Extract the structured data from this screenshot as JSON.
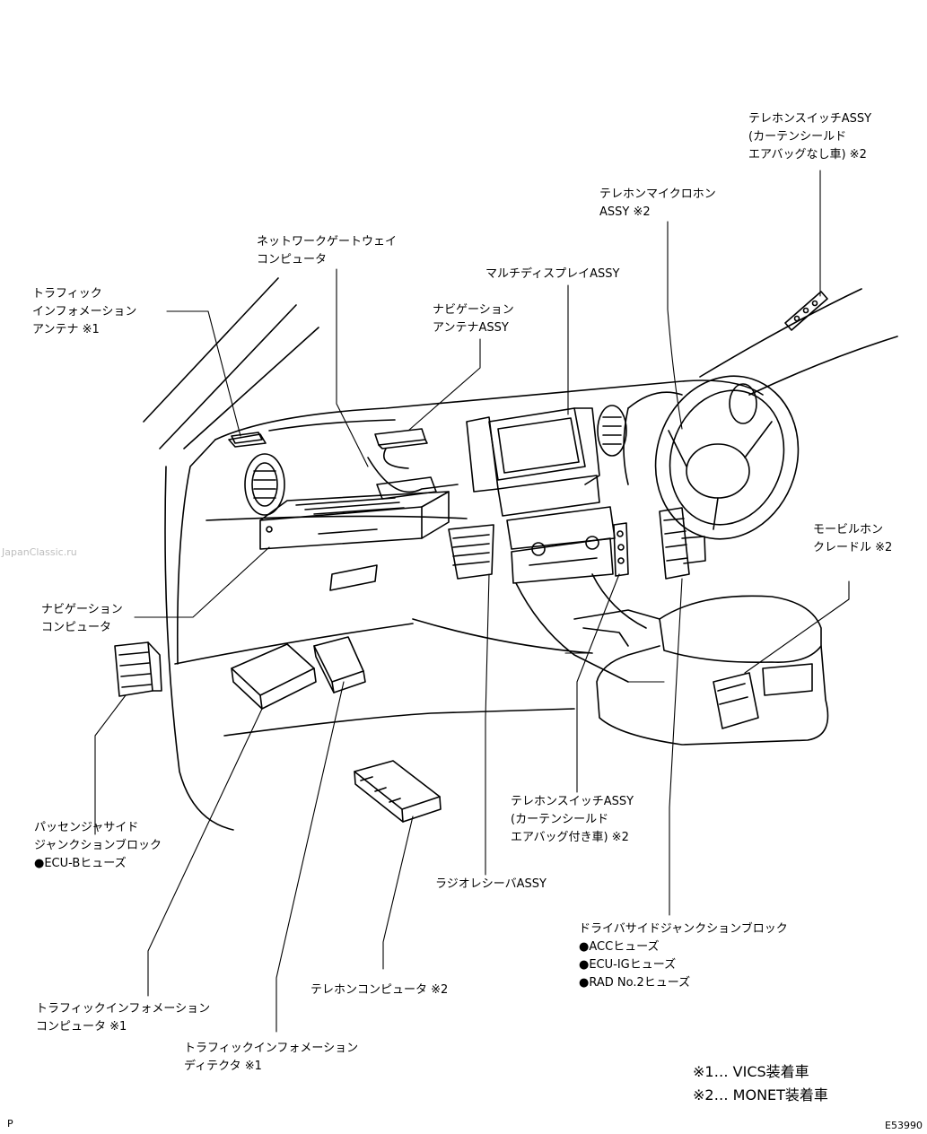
{
  "labels": {
    "tel_switch_curtain_none": [
      "テレホンスイッチASSY",
      "(カーテンシールド",
      "エアバッグなし車) ※2"
    ],
    "tel_microphone": [
      "テレホンマイクロホン",
      "ASSY ※2"
    ],
    "network_gateway": [
      "ネットワークゲートウェイ",
      "コンピュータ"
    ],
    "multi_display": [
      "マルチディスプレイASSY"
    ],
    "traffic_antenna": [
      "トラフィック",
      "インフォメーション",
      "アンテナ ※1"
    ],
    "nav_antenna": [
      "ナビゲーション",
      "アンテナASSY"
    ],
    "mobile_cradle": [
      "モービルホン",
      "クレードル ※2"
    ],
    "nav_computer": [
      "ナビゲーション",
      "コンピュータ"
    ],
    "passenger_jb": [
      "パッセンジャサイド",
      "ジャンクションブロック",
      "●ECU-Bヒューズ"
    ],
    "tel_switch_curtain_with": [
      "テレホンスイッチASSY",
      "(カーテンシールド",
      "エアバッグ付き車) ※2"
    ],
    "radio_receiver": [
      "ラジオレシーバASSY"
    ],
    "driver_jb": [
      "ドライバサイドジャンクションブロック",
      "●ACCヒューズ",
      "●ECU-IGヒューズ",
      "●RAD No.2ヒューズ"
    ],
    "tel_computer": [
      "テレホンコンピュータ ※2"
    ],
    "traffic_computer": [
      "トラフィックインフォメーション",
      "コンピュータ ※1"
    ],
    "traffic_detector": [
      "トラフィックインフォメーション",
      "ディテクタ ※1"
    ]
  },
  "legend": [
    "※1… VICS装着車",
    "※2… MONET装着車"
  ],
  "corner_left": "P",
  "corner_right": "E53990",
  "watermark": "JapanClassic.ru"
}
